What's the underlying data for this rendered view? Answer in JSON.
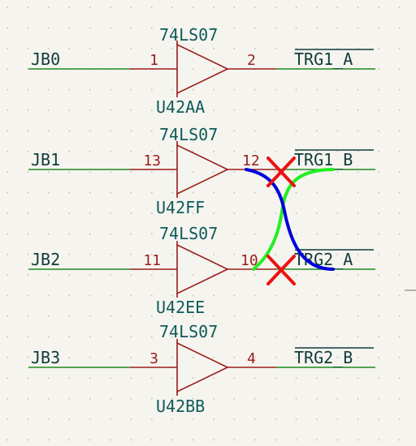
{
  "colors": {
    "background": "#f5f4ef",
    "wire": "#1e8a1e",
    "pin_line": "#9b1c1c",
    "symbol": "#9b1c1c",
    "net_label": "#0f3b3b",
    "ref_text": "#0e5a5a",
    "reroute_green": "#22ee22",
    "reroute_blue": "#0000dd",
    "remove_mark": "#ee1111"
  },
  "gates": [
    {
      "part_value": "74LS07",
      "ref": "U42AA",
      "in_pin": "1",
      "out_pin": "2",
      "in_net": "JB0",
      "out_net": "TRG1_A"
    },
    {
      "part_value": "74LS07",
      "ref": "U42FF",
      "in_pin": "13",
      "out_pin": "12",
      "in_net": "JB1",
      "out_net": "TRG1_B"
    },
    {
      "part_value": "74LS07",
      "ref": "U42EE",
      "in_pin": "11",
      "out_pin": "10",
      "in_net": "JB2",
      "out_net": "TRG2_A"
    },
    {
      "part_value": "74LS07",
      "ref": "U42BB",
      "in_pin": "3",
      "out_pin": "4",
      "in_net": "JB3",
      "out_net": "TRG2_B"
    }
  ],
  "annotations": {
    "crossed_outputs": [
      "12",
      "10"
    ],
    "swap_curves": [
      "green",
      "blue"
    ]
  }
}
